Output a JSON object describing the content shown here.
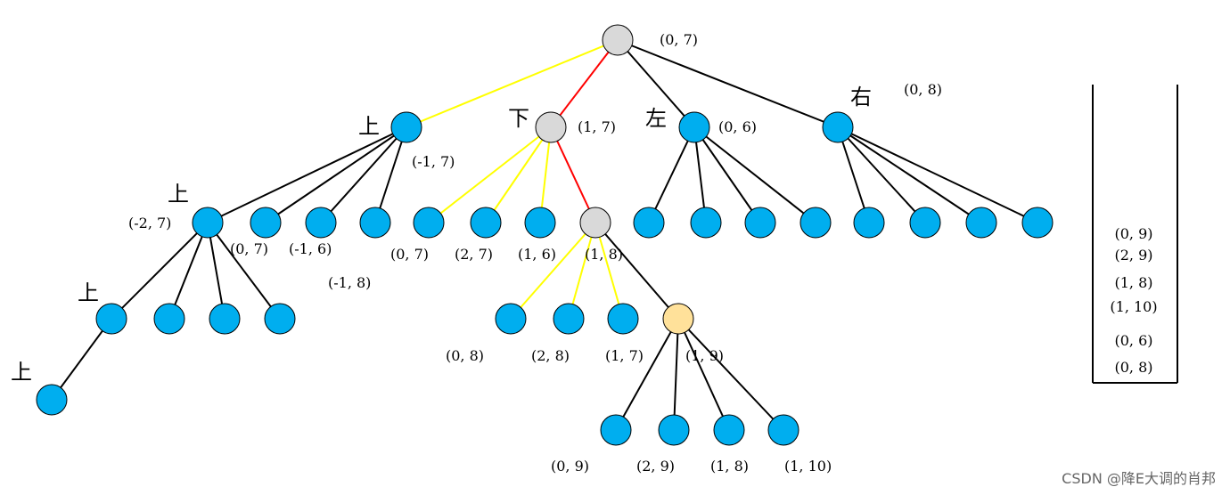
{
  "colors": {
    "node_default": "#00aeef",
    "node_visited": "#d9d9d9",
    "node_current": "#ffe19a",
    "node_stroke": "#000000",
    "edge_default": "#000000",
    "edge_path": "#ff0000",
    "edge_pruned": "#ffff00"
  },
  "nodes": [
    {
      "id": "root",
      "state": "visited"
    },
    {
      "id": "u",
      "state": "default"
    },
    {
      "id": "d",
      "state": "visited"
    },
    {
      "id": "l",
      "state": "default"
    },
    {
      "id": "r",
      "state": "default"
    },
    {
      "id": "uu",
      "state": "default"
    },
    {
      "id": "u2",
      "state": "default"
    },
    {
      "id": "u3",
      "state": "default"
    },
    {
      "id": "u4",
      "state": "default"
    },
    {
      "id": "d1",
      "state": "default"
    },
    {
      "id": "d2",
      "state": "default"
    },
    {
      "id": "d3",
      "state": "default"
    },
    {
      "id": "d4",
      "state": "visited"
    },
    {
      "id": "l1",
      "state": "default"
    },
    {
      "id": "l2",
      "state": "default"
    },
    {
      "id": "l3",
      "state": "default"
    },
    {
      "id": "l4",
      "state": "default"
    },
    {
      "id": "r1",
      "state": "default"
    },
    {
      "id": "r2",
      "state": "default"
    },
    {
      "id": "r3",
      "state": "default"
    },
    {
      "id": "r4",
      "state": "default"
    },
    {
      "id": "uuu",
      "state": "default"
    },
    {
      "id": "uu2",
      "state": "default"
    },
    {
      "id": "uu3",
      "state": "default"
    },
    {
      "id": "uu4",
      "state": "default"
    },
    {
      "id": "uuuu",
      "state": "default"
    },
    {
      "id": "d41",
      "state": "default"
    },
    {
      "id": "d42",
      "state": "default"
    },
    {
      "id": "d43",
      "state": "default"
    },
    {
      "id": "d44",
      "state": "current"
    },
    {
      "id": "d441",
      "state": "default"
    },
    {
      "id": "d442",
      "state": "default"
    },
    {
      "id": "d443",
      "state": "default"
    },
    {
      "id": "d444",
      "state": "default"
    }
  ],
  "edges": [
    {
      "from": "root",
      "to": "u",
      "kind": "pruned"
    },
    {
      "from": "root",
      "to": "d",
      "kind": "path"
    },
    {
      "from": "root",
      "to": "l",
      "kind": "default"
    },
    {
      "from": "root",
      "to": "r",
      "kind": "default"
    },
    {
      "from": "u",
      "to": "uu",
      "kind": "default"
    },
    {
      "from": "u",
      "to": "u2",
      "kind": "default"
    },
    {
      "from": "u",
      "to": "u3",
      "kind": "default"
    },
    {
      "from": "u",
      "to": "u4",
      "kind": "default"
    },
    {
      "from": "d",
      "to": "d1",
      "kind": "pruned"
    },
    {
      "from": "d",
      "to": "d2",
      "kind": "pruned"
    },
    {
      "from": "d",
      "to": "d3",
      "kind": "pruned"
    },
    {
      "from": "d",
      "to": "d4",
      "kind": "path"
    },
    {
      "from": "l",
      "to": "l1",
      "kind": "default"
    },
    {
      "from": "l",
      "to": "l2",
      "kind": "default"
    },
    {
      "from": "l",
      "to": "l3",
      "kind": "default"
    },
    {
      "from": "l",
      "to": "l4",
      "kind": "default"
    },
    {
      "from": "r",
      "to": "r1",
      "kind": "default"
    },
    {
      "from": "r",
      "to": "r2",
      "kind": "default"
    },
    {
      "from": "r",
      "to": "r3",
      "kind": "default"
    },
    {
      "from": "r",
      "to": "r4",
      "kind": "default"
    },
    {
      "from": "uu",
      "to": "uuu",
      "kind": "default"
    },
    {
      "from": "uu",
      "to": "uu2",
      "kind": "default"
    },
    {
      "from": "uu",
      "to": "uu3",
      "kind": "default"
    },
    {
      "from": "uu",
      "to": "uu4",
      "kind": "default"
    },
    {
      "from": "uuu",
      "to": "uuuu",
      "kind": "default"
    },
    {
      "from": "d4",
      "to": "d41",
      "kind": "pruned"
    },
    {
      "from": "d4",
      "to": "d42",
      "kind": "pruned"
    },
    {
      "from": "d4",
      "to": "d43",
      "kind": "pruned"
    },
    {
      "from": "d4",
      "to": "d44",
      "kind": "default"
    },
    {
      "from": "d44",
      "to": "d441",
      "kind": "default"
    },
    {
      "from": "d44",
      "to": "d442",
      "kind": "default"
    },
    {
      "from": "d44",
      "to": "d443",
      "kind": "default"
    },
    {
      "from": "d44",
      "to": "d444",
      "kind": "default"
    }
  ],
  "coord_labels": [
    {
      "id": "root",
      "text": "(0, 7)"
    },
    {
      "id": "r",
      "text": "(0, 8)"
    },
    {
      "id": "d",
      "text": "(1, 7)"
    },
    {
      "id": "l",
      "text": "(0, 6)"
    },
    {
      "id": "u",
      "text": "(-1, 7)"
    },
    {
      "id": "uu",
      "text": "(-2, 7)"
    },
    {
      "id": "u2",
      "text": "(0, 7)"
    },
    {
      "id": "u3",
      "text": "(-1, 6)"
    },
    {
      "id": "u4",
      "text": "(-1, 8)"
    },
    {
      "id": "d1",
      "text": "(0, 7)"
    },
    {
      "id": "d2",
      "text": "(2, 7)"
    },
    {
      "id": "d3",
      "text": "(1, 6)"
    },
    {
      "id": "d4",
      "text": "(1, 8)"
    },
    {
      "id": "d41",
      "text": "(0, 8)"
    },
    {
      "id": "d42",
      "text": "(2, 8)"
    },
    {
      "id": "d43",
      "text": "(1, 7)"
    },
    {
      "id": "d44",
      "text": "(1, 9)"
    },
    {
      "id": "d441",
      "text": "(0, 9)"
    },
    {
      "id": "d442",
      "text": "(2, 9)"
    },
    {
      "id": "d443",
      "text": "(1, 8)"
    },
    {
      "id": "d444",
      "text": "(1, 10)"
    }
  ],
  "direction_labels": [
    {
      "id": "u",
      "text": "上"
    },
    {
      "id": "d",
      "text": "下"
    },
    {
      "id": "l",
      "text": "左"
    },
    {
      "id": "r",
      "text": "右"
    },
    {
      "id": "uu",
      "text": "上"
    },
    {
      "id": "uuu",
      "text": "上"
    },
    {
      "id": "uuuu",
      "text": "上"
    }
  ],
  "queue": {
    "items": [
      "(0, 9)",
      "(2, 9)",
      "(1, 8)",
      "(1, 10)",
      "(0, 6)",
      "(0, 8)"
    ]
  },
  "watermark": "CSDN @降E大调的肖邦"
}
